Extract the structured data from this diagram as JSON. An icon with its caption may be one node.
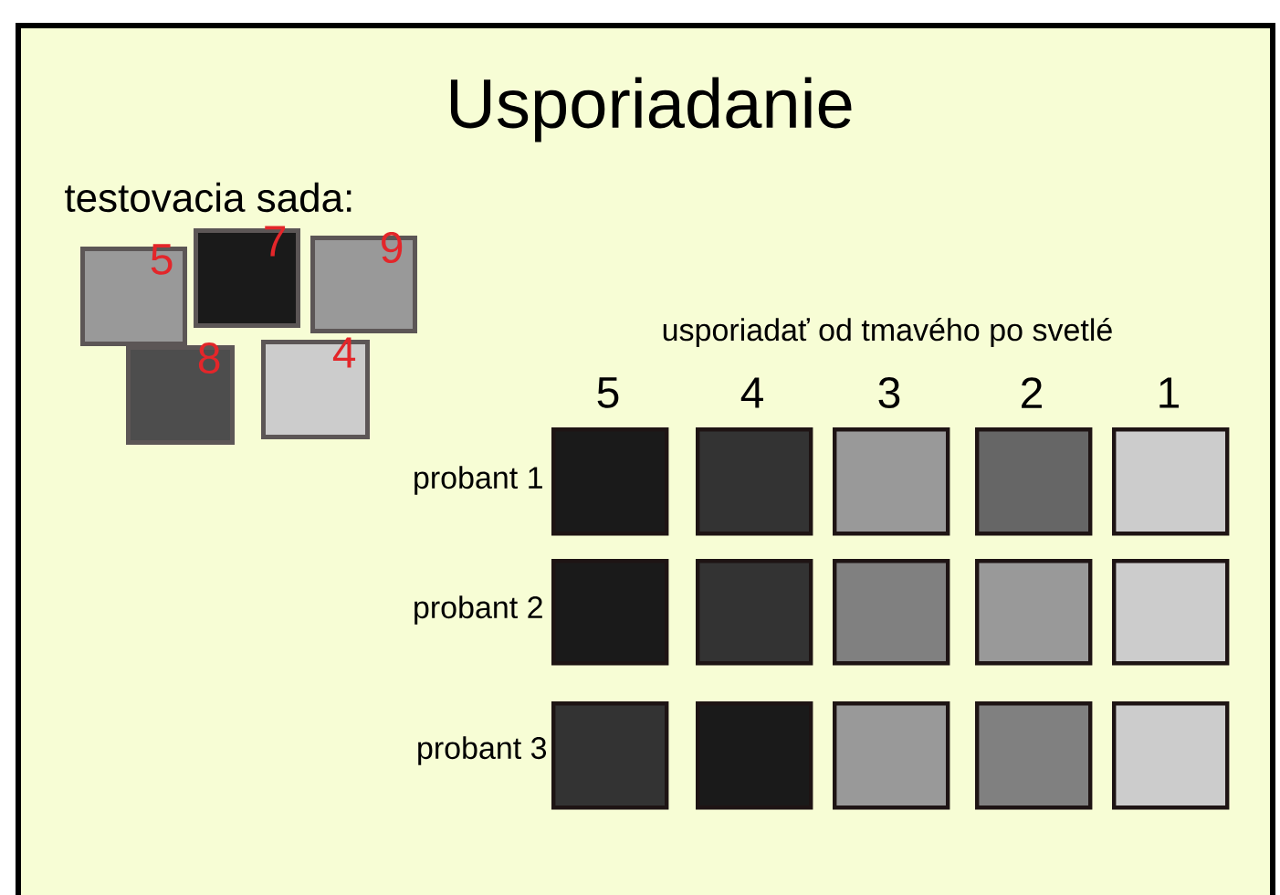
{
  "diagram": {
    "title": "Usporiadanie",
    "nodes": [
      {
        "text": [
          "5"
        ]
      },
      {
        "text": [
          "7"
        ]
      },
      {
        "text": [
          "9"
        ]
      },
      {
        "text": [
          "8"
        ]
      },
      {
        "text": [
          "4"
        ]
      },
      {
        "text": [],
        "shape": "box"
      },
      {
        "text": [],
        "shape": "box"
      },
      {
        "text": [],
        "shape": "box"
      },
      {
        "text": [],
        "shape": "box"
      },
      {
        "text": [],
        "shape": "box"
      },
      {
        "text": [],
        "shape": "box"
      },
      {
        "text": [],
        "shape": "box"
      },
      {
        "text": [],
        "shape": "box"
      },
      {
        "text": [],
        "shape": "box"
      },
      {
        "text": [],
        "shape": "box"
      },
      {
        "text": [],
        "shape": "box"
      },
      {
        "text": [],
        "shape": "box"
      },
      {
        "text": [],
        "shape": "box"
      },
      {
        "text": [],
        "shape": "box"
      },
      {
        "text": [],
        "shape": "box"
      }
    ],
    "labels": [
      "testovacia sada:",
      "usporiadať od tmavého po svetlé",
      "5",
      "4",
      "3",
      "2",
      "1",
      "probant 1",
      "probant 2",
      "probant 3"
    ]
  }
}
